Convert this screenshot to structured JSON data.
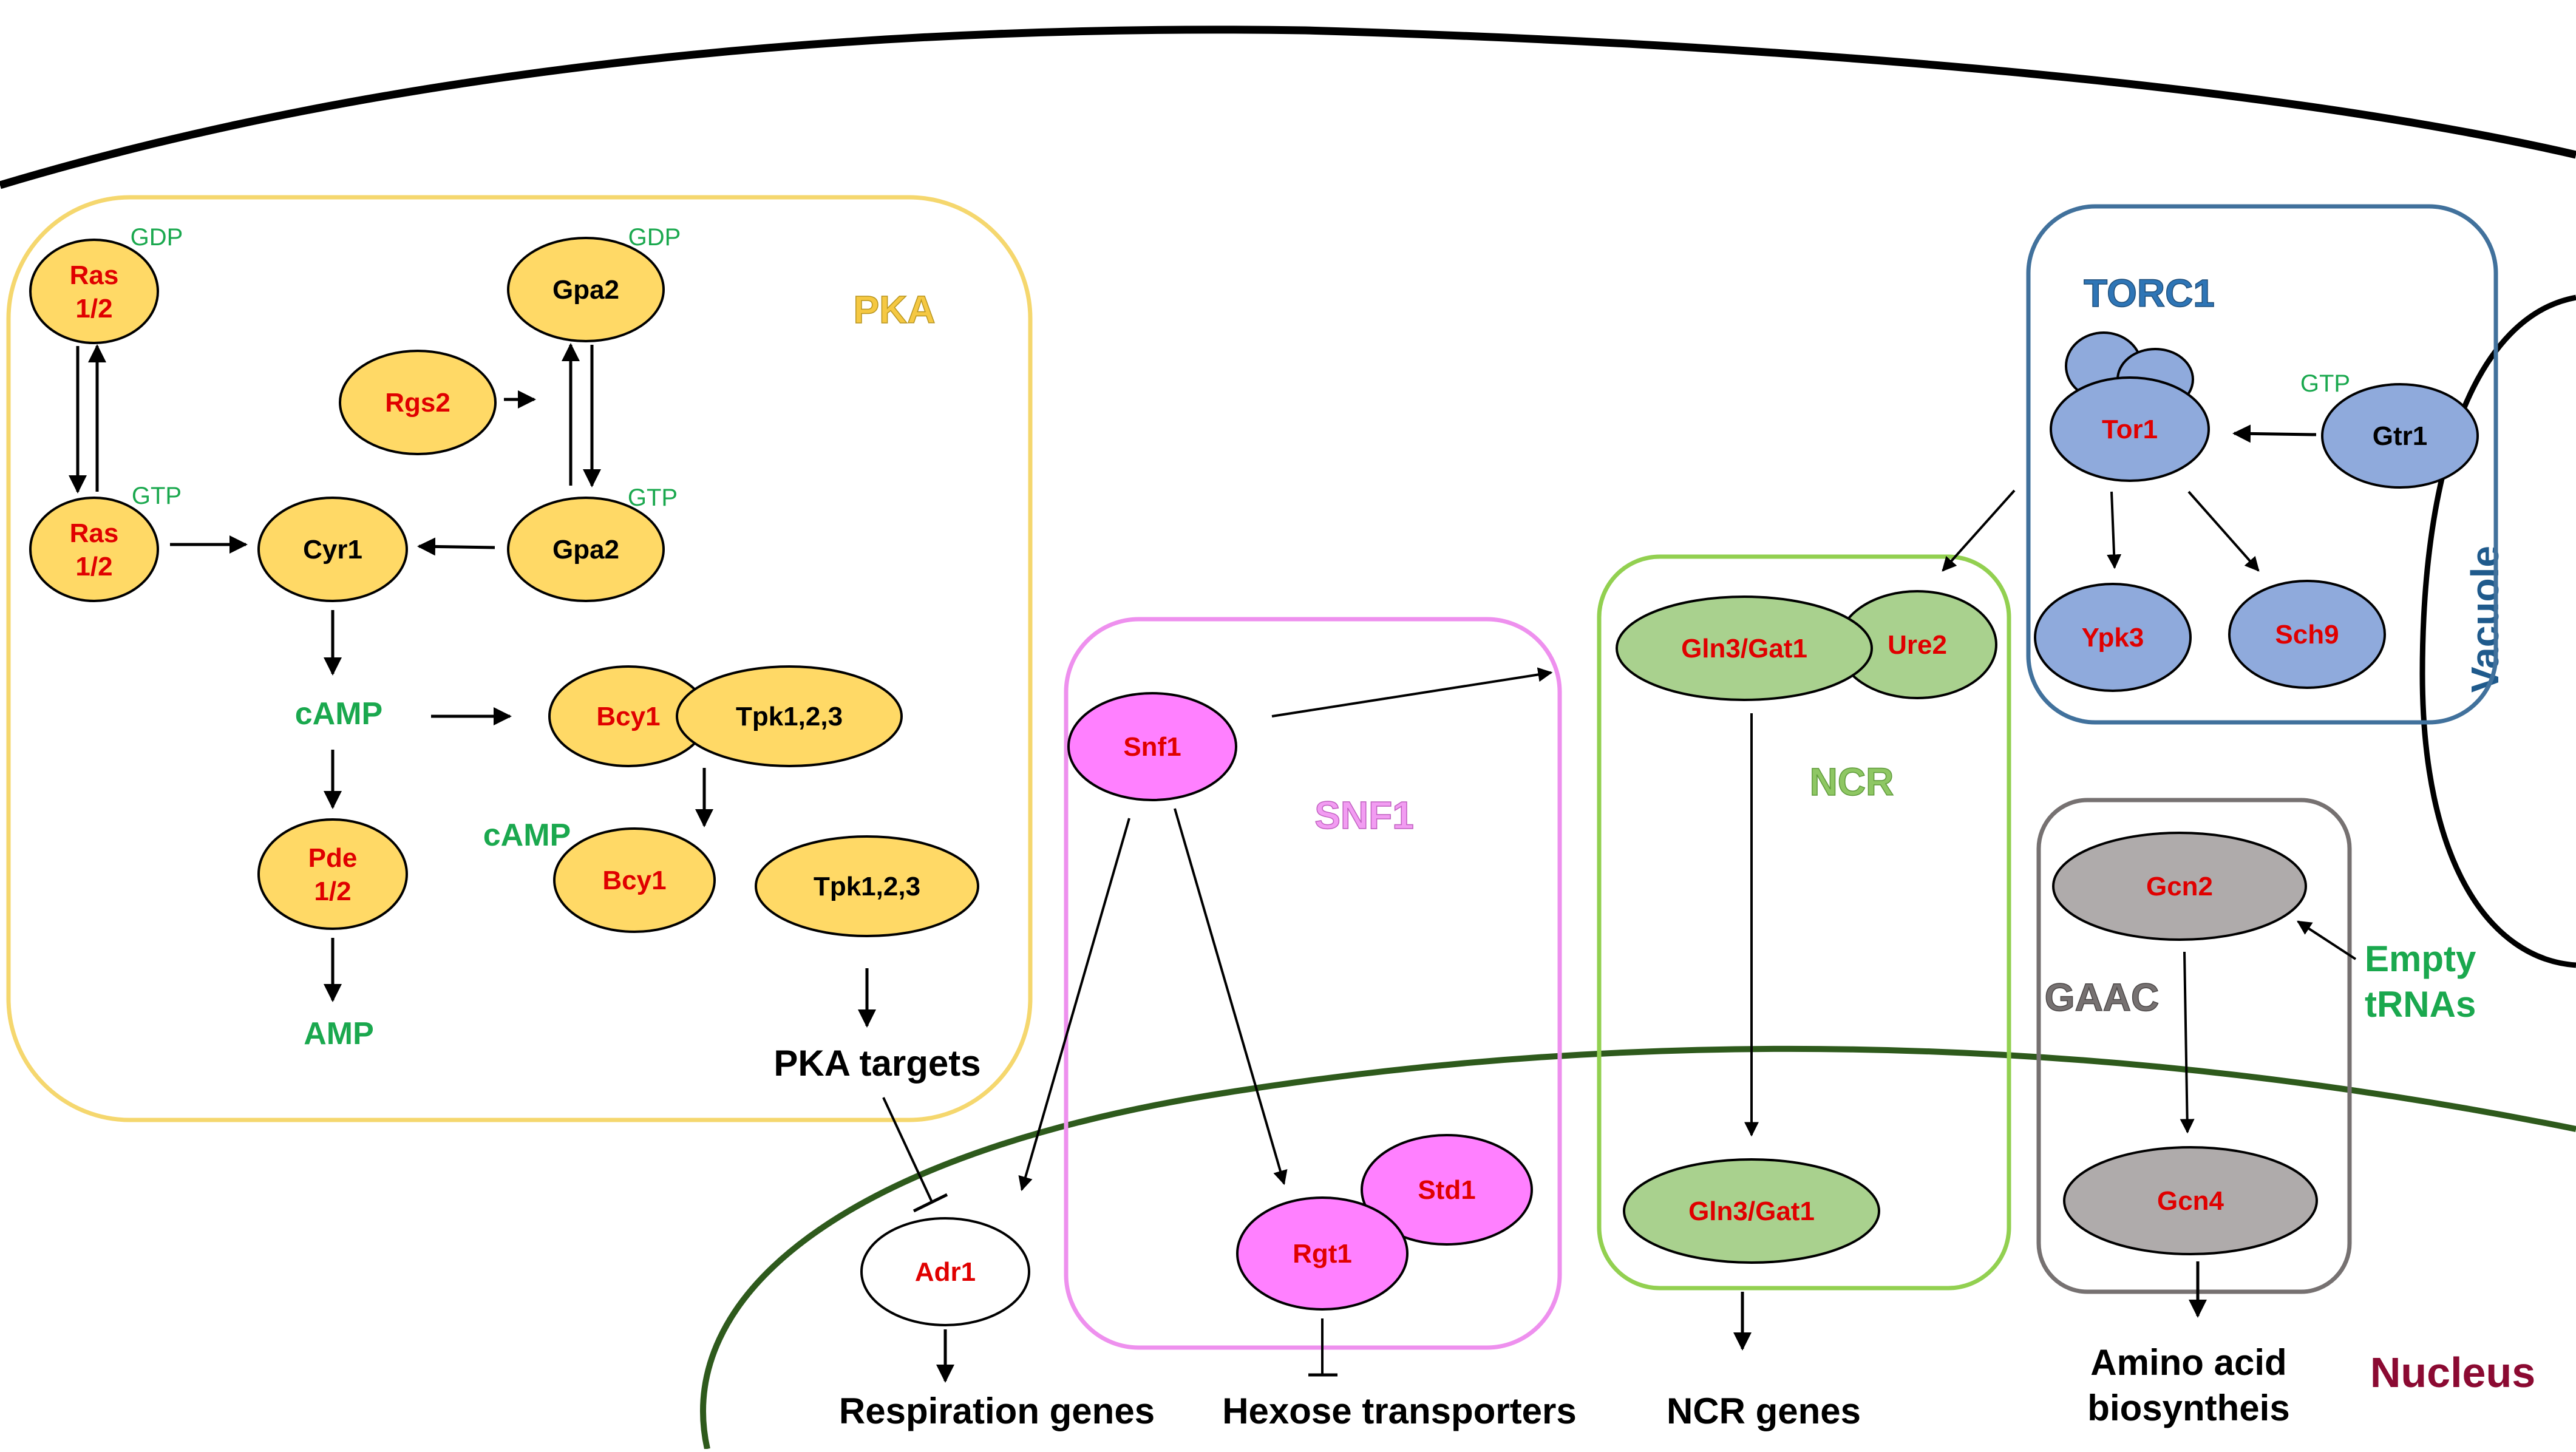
{
  "colors": {
    "pka": "#FFD966",
    "pka_border": "#F5D76E",
    "snf1": "#FF80FF",
    "snf1_border": "#EE90EE",
    "ncr": "#A9D18E",
    "ncr_border": "#92D050",
    "torc1": "#8FAADC",
    "torc1_border": "#41719C",
    "gaac": "#AFABAB",
    "gaac_border": "#767171",
    "red_text": "#E00000",
    "green_text": "#1AA84E",
    "nucleus_border": "#2E5A1C",
    "nucleus_label": "#8B0A32",
    "vacuole_label": "#1F5A8C"
  },
  "modules": {
    "pka": "PKA",
    "snf1": "SNF1",
    "ncr": "NCR",
    "torc1": "TORC1",
    "gaac": "GAAC"
  },
  "compartments": {
    "vacuole": "Vacuole",
    "nucleus": "Nucleus"
  },
  "nodes": {
    "ras_gdp": "Ras\n1/2",
    "ras_gtp": "Ras\n1/2",
    "gpa2_gdp": "Gpa2",
    "gpa2_gtp": "Gpa2",
    "rgs2": "Rgs2",
    "cyr1": "Cyr1",
    "bcy1_bound": "Bcy1",
    "tpk_bound": "Tpk1,2,3",
    "bcy1_free": "Bcy1",
    "tpk_free": "Tpk1,2,3",
    "pde": "Pde\n1/2",
    "snf1": "Snf1",
    "rgt1": "Rgt1",
    "std1": "Std1",
    "adr1": "Adr1",
    "gln3_cyto": "Gln3/Gat1",
    "ure2": "Ure2",
    "gln3_nuc": "Gln3/Gat1",
    "tor1": "Tor1",
    "gtr1": "Gtr1",
    "ypk3": "Ypk3",
    "sch9": "Sch9",
    "gcn2": "Gcn2",
    "gcn4": "Gcn4"
  },
  "small_labels": {
    "gdp_ras": "GDP",
    "gtp_ras": "GTP",
    "gdp_gpa2": "GDP",
    "gtp_gpa2": "GTP",
    "gtp_gtr1": "GTP",
    "camp_main": "cAMP",
    "camp_bcy1": "cAMP",
    "amp": "AMP",
    "empty_trnas": "Empty\ntRNAs"
  },
  "outputs": {
    "pka_targets": "PKA targets",
    "respiration": "Respiration genes",
    "hexose": "Hexose transporters",
    "ncr_genes": "NCR genes",
    "amino_acid": "Amino acid\nbiosyntheis"
  }
}
